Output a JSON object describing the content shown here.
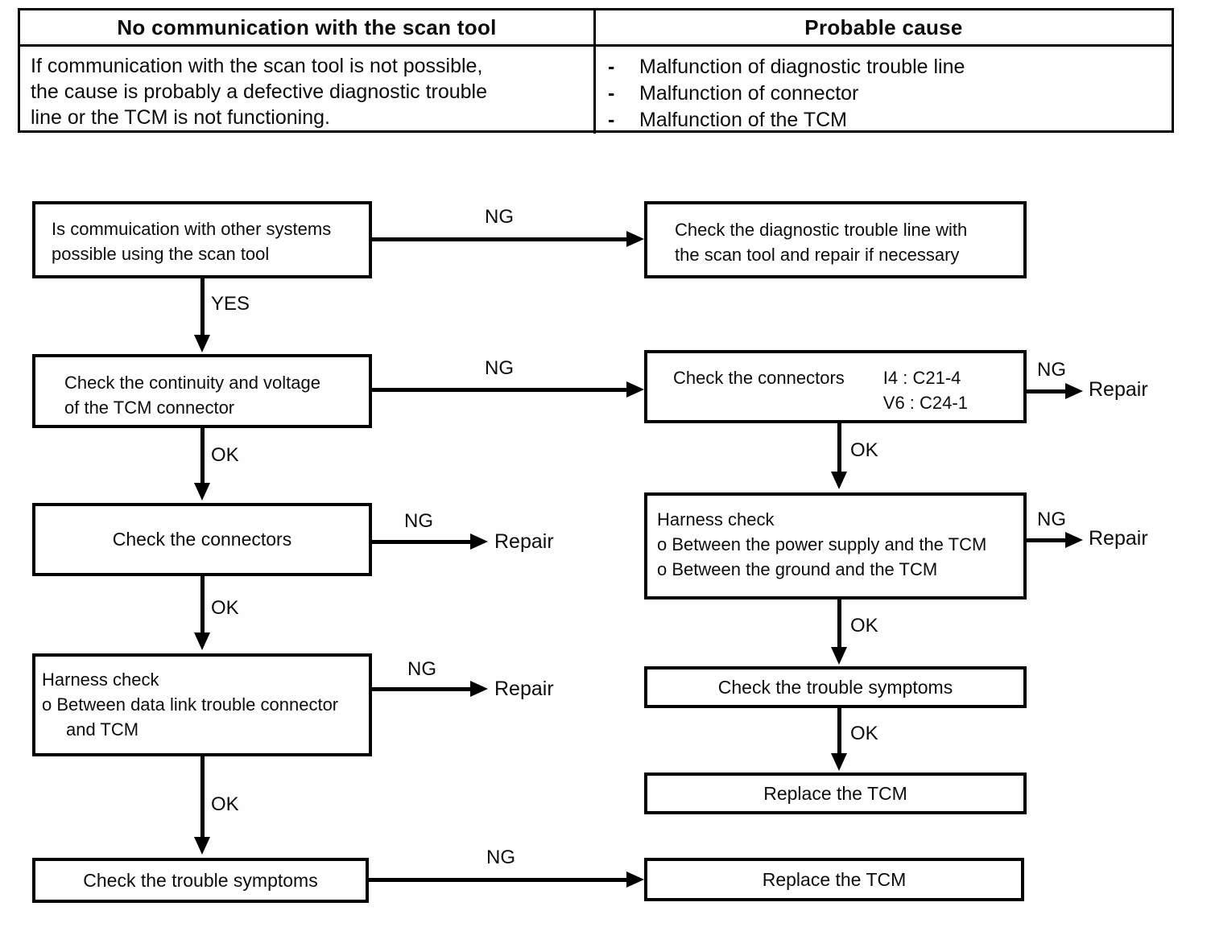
{
  "table": {
    "symptom_header": "No communication with the scan tool",
    "cause_header": "Probable cause",
    "symptom_line1": "If communication with the scan tool is not possible,",
    "symptom_line2": "the cause is probably a defective diagnostic trouble",
    "symptom_line3": "line or the TCM is not functioning.",
    "bullet": "-",
    "causes": [
      "Malfunction of diagnostic trouble line",
      "Malfunction of connector",
      "Malfunction of the TCM"
    ]
  },
  "boxes": {
    "ask_other_systems": {
      "line1": "Is commuication with other systems",
      "line2": "possible using the scan tool"
    },
    "check_diag_line": {
      "line1": "Check the diagnostic trouble line with",
      "line2": "the scan tool and repair if necessary"
    },
    "check_continuity": {
      "line1": "Check the continuity and voltage",
      "line2": "of the TCM connector"
    },
    "check_connectors_codes": {
      "label": "Check the connectors",
      "code1": "I4 : C21-4",
      "code2": "V6 : C24-1"
    },
    "check_connectors": {
      "text": "Check the connectors"
    },
    "harness_right": {
      "line1": "Harness check",
      "line2": "o Between the power supply and the TCM",
      "line3": "o Between the ground and the TCM"
    },
    "harness_left": {
      "line1": "Harness check",
      "line2": "o Between data link trouble connector",
      "line3": "and TCM"
    },
    "trouble_left": {
      "text": "Check the trouble symptoms"
    },
    "trouble_right": {
      "text": "Check the trouble symptoms"
    },
    "replace_mid": {
      "text": "Replace the TCM"
    },
    "replace_bottom": {
      "text": "Replace the TCM"
    }
  },
  "labels": {
    "ng": "NG",
    "ok": "OK",
    "yes": "YES",
    "repair": "Repair"
  }
}
